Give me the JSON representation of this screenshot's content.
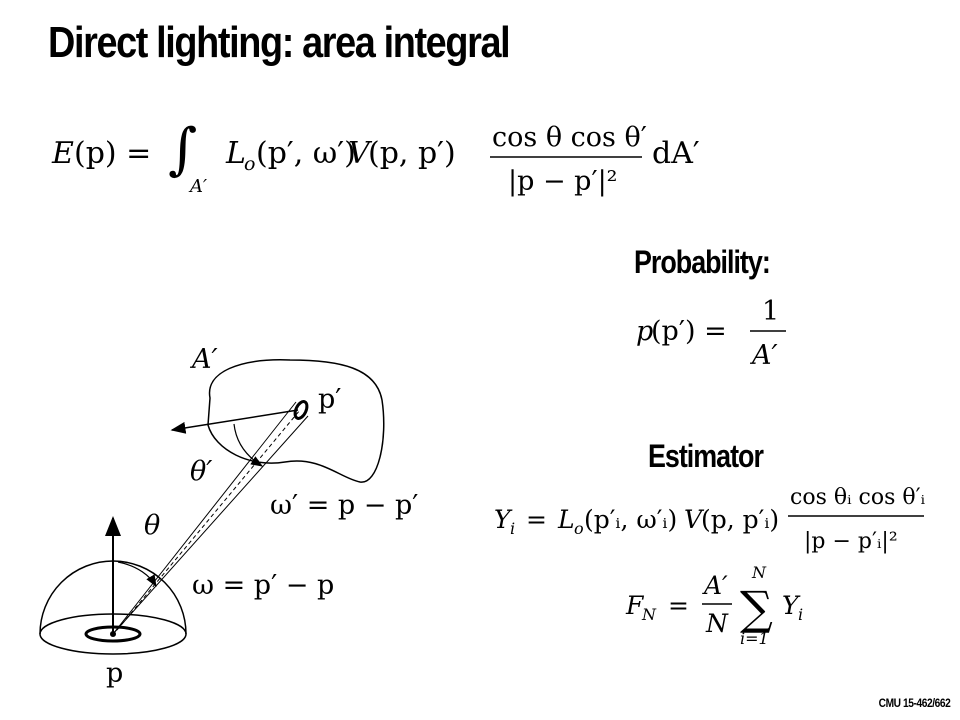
{
  "slide": {
    "title": "Direct lighting: area integral",
    "footer": "CMU 15-462/662"
  },
  "main_equation": {
    "E": "E",
    "arg_p": "(p) =",
    "integral": "∫",
    "domain": "A′",
    "L": "L",
    "L_sub": "o",
    "L_args": "(p′, ω′)",
    "V": "V",
    "V_args": "(p, p′)",
    "numerator": "cos θ cos θ′",
    "denominator": "|p − p′|²",
    "dA": "dA′"
  },
  "probability": {
    "heading": "Probability:",
    "lhs_p": "p",
    "lhs_args": "(p′) =",
    "numerator": "1",
    "denominator": "A′"
  },
  "estimator": {
    "heading": "Estimator",
    "Y": "Y",
    "Y_sub": "i",
    "eq": "=",
    "L": "L",
    "L_sub": "o",
    "L_args": "(p′ᵢ, ω′ᵢ)",
    "V": "V",
    "V_args": "(p, p′ᵢ)",
    "numerator": "cos θᵢ cos θ′ᵢ",
    "denominator": "|p − p′ᵢ|²",
    "F": "F",
    "F_sub": "N",
    "F_eq": "=",
    "frac_num": "A′",
    "frac_den": "N",
    "sum": "∑",
    "sum_top": "N",
    "sum_bottom": "i=1",
    "Y2": "Y",
    "Y2_sub": "i"
  },
  "diagram": {
    "area_label": "A′",
    "p_prime_label": "p′",
    "theta_prime_label": "θ′",
    "omega_prime_label": "ω′ = p − p′",
    "theta_label": "θ",
    "omega_label": "ω = p′ − p",
    "p_label": "p"
  }
}
